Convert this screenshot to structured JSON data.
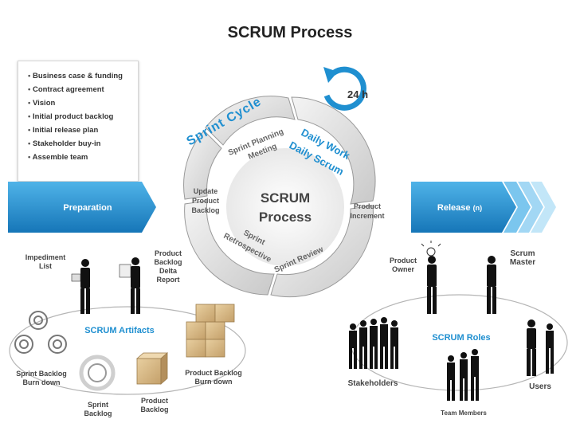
{
  "title": "SCRUM Process",
  "preparation": {
    "items": [
      "Business case & funding",
      "Contract agreement",
      "Vision",
      "Initial product backlog",
      "Initial release plan",
      "Stakeholder buy-in",
      "Assemble team"
    ],
    "label": "Preparation"
  },
  "release": {
    "label": "Release",
    "suffix": "(n)"
  },
  "cycle": {
    "loop_label": "24 h",
    "sprint_cycle": "Sprint Cycle",
    "center_line1": "SCRUM",
    "center_line2": "Process",
    "sprint_planning": "Sprint Planning",
    "meeting": "Meeting",
    "daily_work": "Daily Work",
    "daily_scrum": "Daily Scrum",
    "sprint_review": "Sprint Review",
    "sprint_retro_1": "Sprint",
    "sprint_retro_2": "Retrospective",
    "update_backlog": [
      "Update",
      "Product",
      "Backlog"
    ],
    "product_increment": [
      "Product",
      "Increment"
    ]
  },
  "artifacts": {
    "title": "SCRUM Artifacts",
    "impediment_list": [
      "Impediment",
      "List"
    ],
    "pb_delta": [
      "Product",
      "Backlog",
      "Delta",
      "Report"
    ],
    "sprint_burndown": [
      "Sprint Backlog",
      "Burn down"
    ],
    "sprint_backlog": [
      "Sprint",
      "Backlog"
    ],
    "product_backlog": [
      "Product",
      "Backlog"
    ],
    "pb_burndown": [
      "Product Backlog",
      "Burn down"
    ]
  },
  "roles": {
    "title": "SCRUM Roles",
    "product_owner": [
      "Product",
      "Owner"
    ],
    "scrum_master": [
      "Scrum",
      "Master"
    ],
    "stakeholders": "Stakeholders",
    "users": "Users",
    "team_members": "Team Members"
  },
  "colors": {
    "blue": "#1f8fd0",
    "blue_dark": "#1676b8",
    "gray": "#d9d9d9"
  }
}
